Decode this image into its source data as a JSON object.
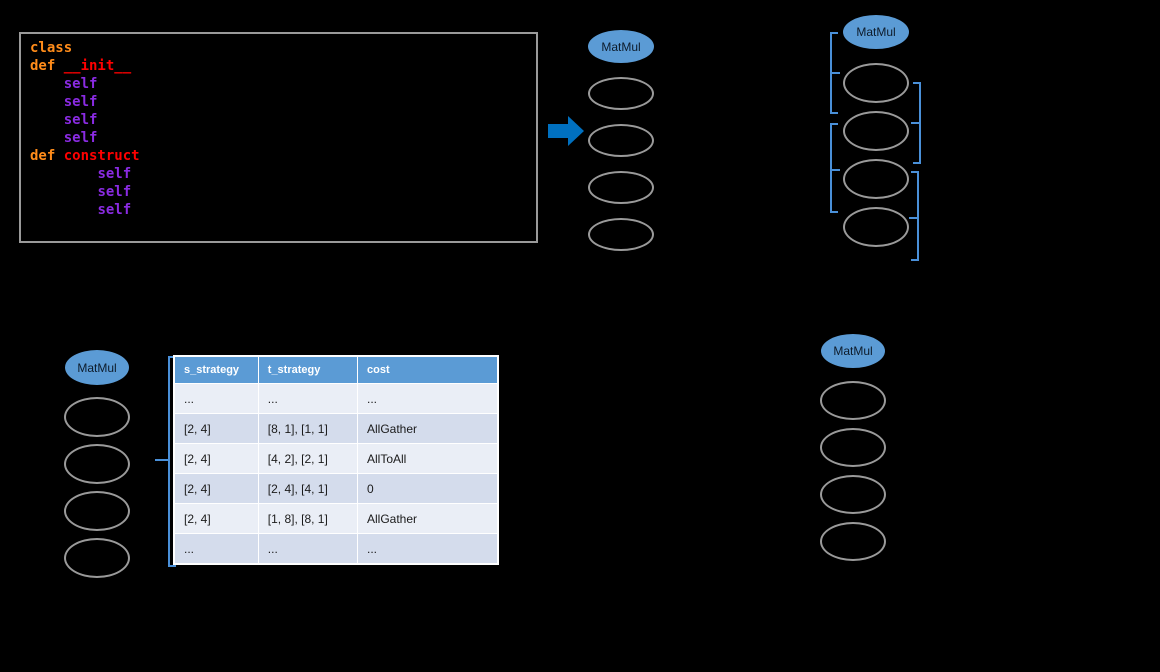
{
  "code_block": {
    "name": "operator-definition-code",
    "lines": [
      {
        "indent": 0,
        "tokens": [
          {
            "t": "class",
            "c": "kw"
          }
        ]
      },
      {
        "indent": 0,
        "tokens": [
          {
            "t": "def ",
            "c": "kw"
          },
          {
            "t": "__init__",
            "c": "dunder"
          }
        ]
      },
      {
        "indent": 4,
        "tokens": [
          {
            "t": "self",
            "c": "self"
          }
        ]
      },
      {
        "indent": 4,
        "tokens": [
          {
            "t": "self",
            "c": "self"
          }
        ]
      },
      {
        "indent": 4,
        "tokens": [
          {
            "t": "self",
            "c": "self"
          }
        ]
      },
      {
        "indent": 4,
        "tokens": [
          {
            "t": "self",
            "c": "self"
          }
        ]
      },
      {
        "indent": 0,
        "tokens": [
          {
            "t": "def ",
            "c": "kw"
          },
          {
            "t": "construct",
            "c": "fn"
          }
        ]
      },
      {
        "indent": 8,
        "tokens": [
          {
            "t": "self",
            "c": "self"
          }
        ]
      },
      {
        "indent": 8,
        "tokens": [
          {
            "t": "self",
            "c": "self"
          }
        ]
      },
      {
        "indent": 8,
        "tokens": [
          {
            "t": "self",
            "c": "self"
          }
        ]
      }
    ]
  },
  "arrow": {
    "direction": "right",
    "color": "#0070c0"
  },
  "graphs": [
    {
      "id": "graph-a",
      "nodes": [
        {
          "label": "MatMul",
          "kind": "matmul"
        },
        {
          "label": "",
          "kind": "blank"
        },
        {
          "label": "",
          "kind": "blank"
        },
        {
          "label": "",
          "kind": "blank"
        },
        {
          "label": "",
          "kind": "blank"
        }
      ]
    },
    {
      "id": "graph-b",
      "nodes": [
        {
          "label": "MatMul",
          "kind": "matmul"
        },
        {
          "label": "",
          "kind": "blank"
        },
        {
          "label": "",
          "kind": "blank"
        },
        {
          "label": "",
          "kind": "blank"
        },
        {
          "label": "",
          "kind": "blank"
        }
      ]
    },
    {
      "id": "graph-c",
      "nodes": [
        {
          "label": "MatMul",
          "kind": "matmul"
        },
        {
          "label": "",
          "kind": "blank"
        },
        {
          "label": "",
          "kind": "blank"
        },
        {
          "label": "",
          "kind": "blank"
        },
        {
          "label": "",
          "kind": "blank"
        }
      ]
    },
    {
      "id": "graph-d",
      "nodes": [
        {
          "label": "MatMul",
          "kind": "matmul"
        },
        {
          "label": "",
          "kind": "blank"
        },
        {
          "label": "",
          "kind": "blank"
        },
        {
          "label": "",
          "kind": "blank"
        },
        {
          "label": "",
          "kind": "blank"
        }
      ]
    }
  ],
  "table": {
    "headers": [
      "s_strategy",
      "t_strategy",
      "cost"
    ],
    "rows": [
      [
        "...",
        "...",
        "..."
      ],
      [
        "[2, 4]",
        "[8, 1], [1, 1]",
        "AllGather"
      ],
      [
        "[2, 4]",
        "[4, 2], [2, 1]",
        "AllToAll"
      ],
      [
        "[2, 4]",
        "[2, 4], [4, 1]",
        "0"
      ],
      [
        "[2, 4]",
        "[1, 8], [8, 1]",
        "AllGather"
      ],
      [
        "...",
        "...",
        "..."
      ]
    ]
  },
  "colors": {
    "accent_blue": "#5b9bd5",
    "arrow_blue": "#0070c0",
    "bracket_blue": "#4a90d9",
    "node_outline": "#9a9a9a",
    "row_light": "#eaeef6",
    "row_dark": "#d4dcec",
    "keyword": "#ff8c1a",
    "function": "#ff0000",
    "self": "#8a2be2",
    "background": "#000000"
  }
}
